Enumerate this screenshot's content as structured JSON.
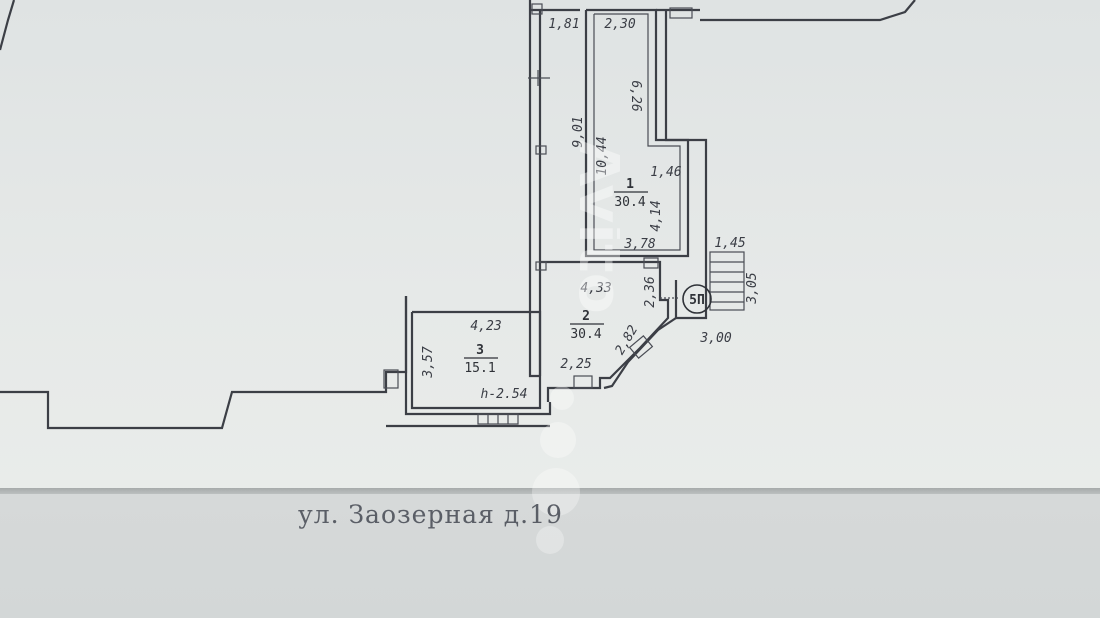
{
  "rooms": [
    {
      "number": "1",
      "area": "30.4"
    },
    {
      "number": "2",
      "area": "30.4"
    },
    {
      "number": "3",
      "area": "15.1",
      "height": "h-2.54"
    }
  ],
  "dimensions": {
    "d_1_81": "1,81",
    "d_2_30": "2,30",
    "d_9_01": "9,01",
    "d_6_26": "6,26",
    "d_10_44": "10,44",
    "d_1_46": "1,46",
    "d_4_14": "4,14",
    "d_3_78": "3,78",
    "d_1_45": "1,45",
    "d_3_05": "3,05",
    "d_2_36": "2,36",
    "d_4_33": "4,33",
    "d_4_23": "4,23",
    "d_2_82": "2,82",
    "d_3_00": "3,00",
    "d_3_57": "3,57",
    "d_2_25": "2,25"
  },
  "staircase_marker": "5П",
  "address": "ул. Заозерная д.19",
  "watermark": "Avito"
}
